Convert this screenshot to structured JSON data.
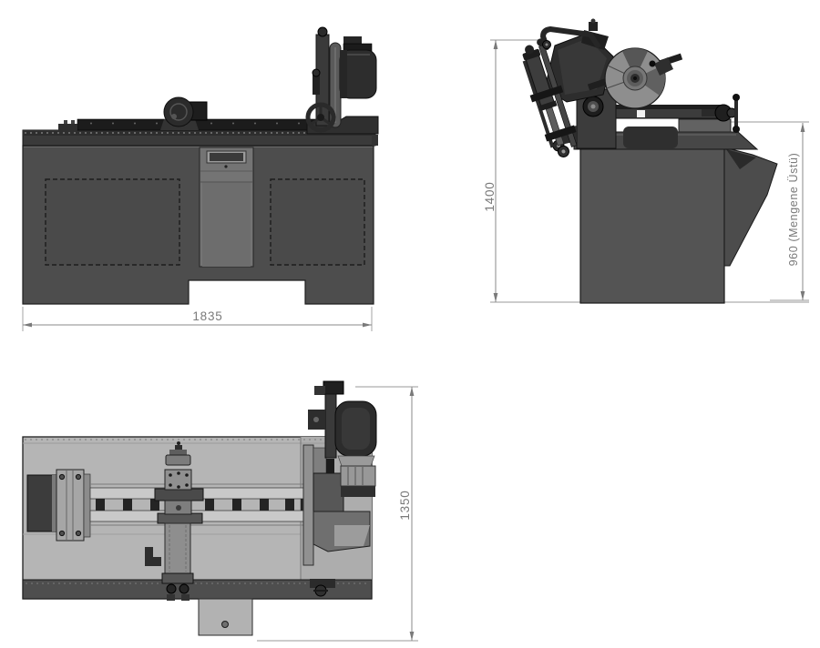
{
  "dimensions": {
    "front_width": "1835",
    "side_height": "1400",
    "side_vise_height": "960 (Mengene Üstü)",
    "top_depth": "1350"
  },
  "colors": {
    "background": "#ffffff",
    "dimension_line": "#8a8a8a",
    "dimension_text": "#7a7a7a",
    "machine_dark": "#2d2d2d",
    "machine_mid": "#4d4d4d",
    "machine_light": "#8f8f8f",
    "table_light": "#b5b5b5",
    "rail_light": "#c9c9c9"
  }
}
